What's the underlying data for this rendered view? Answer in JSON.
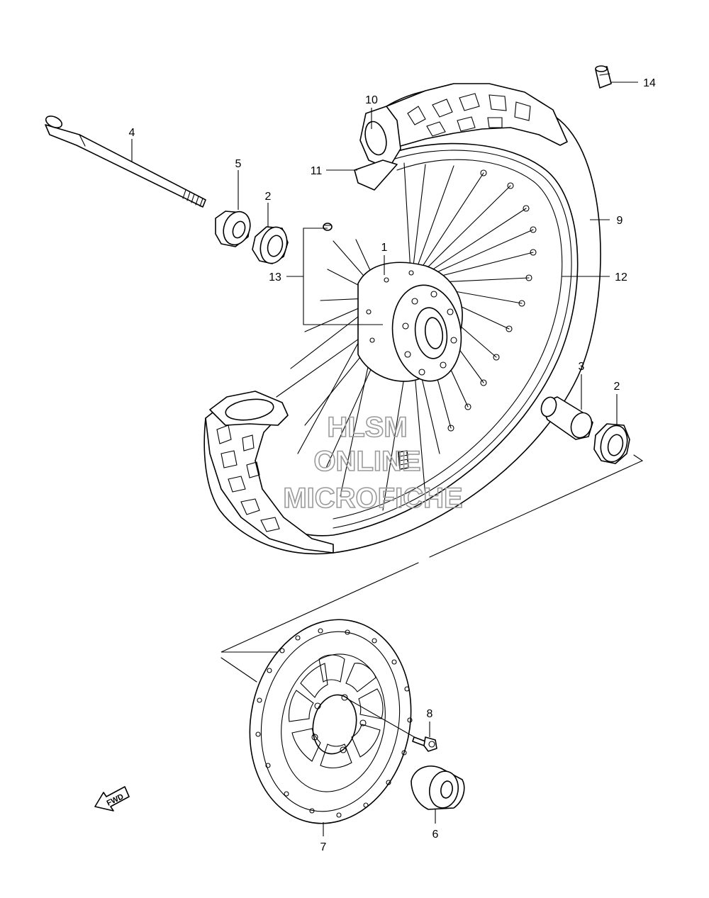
{
  "callouts": {
    "c1": "1",
    "c2a": "2",
    "c2b": "2",
    "c3": "3",
    "c4": "4",
    "c5": "5",
    "c6": "6",
    "c7": "7",
    "c8": "8",
    "c9": "9",
    "c10": "10",
    "c11": "11",
    "c12": "12",
    "c13": "13",
    "c14": "14"
  },
  "watermark": {
    "line1": "HLSM",
    "line2": "ONLINE",
    "line3": "MICROFICHE"
  },
  "direction_label": "FWD"
}
